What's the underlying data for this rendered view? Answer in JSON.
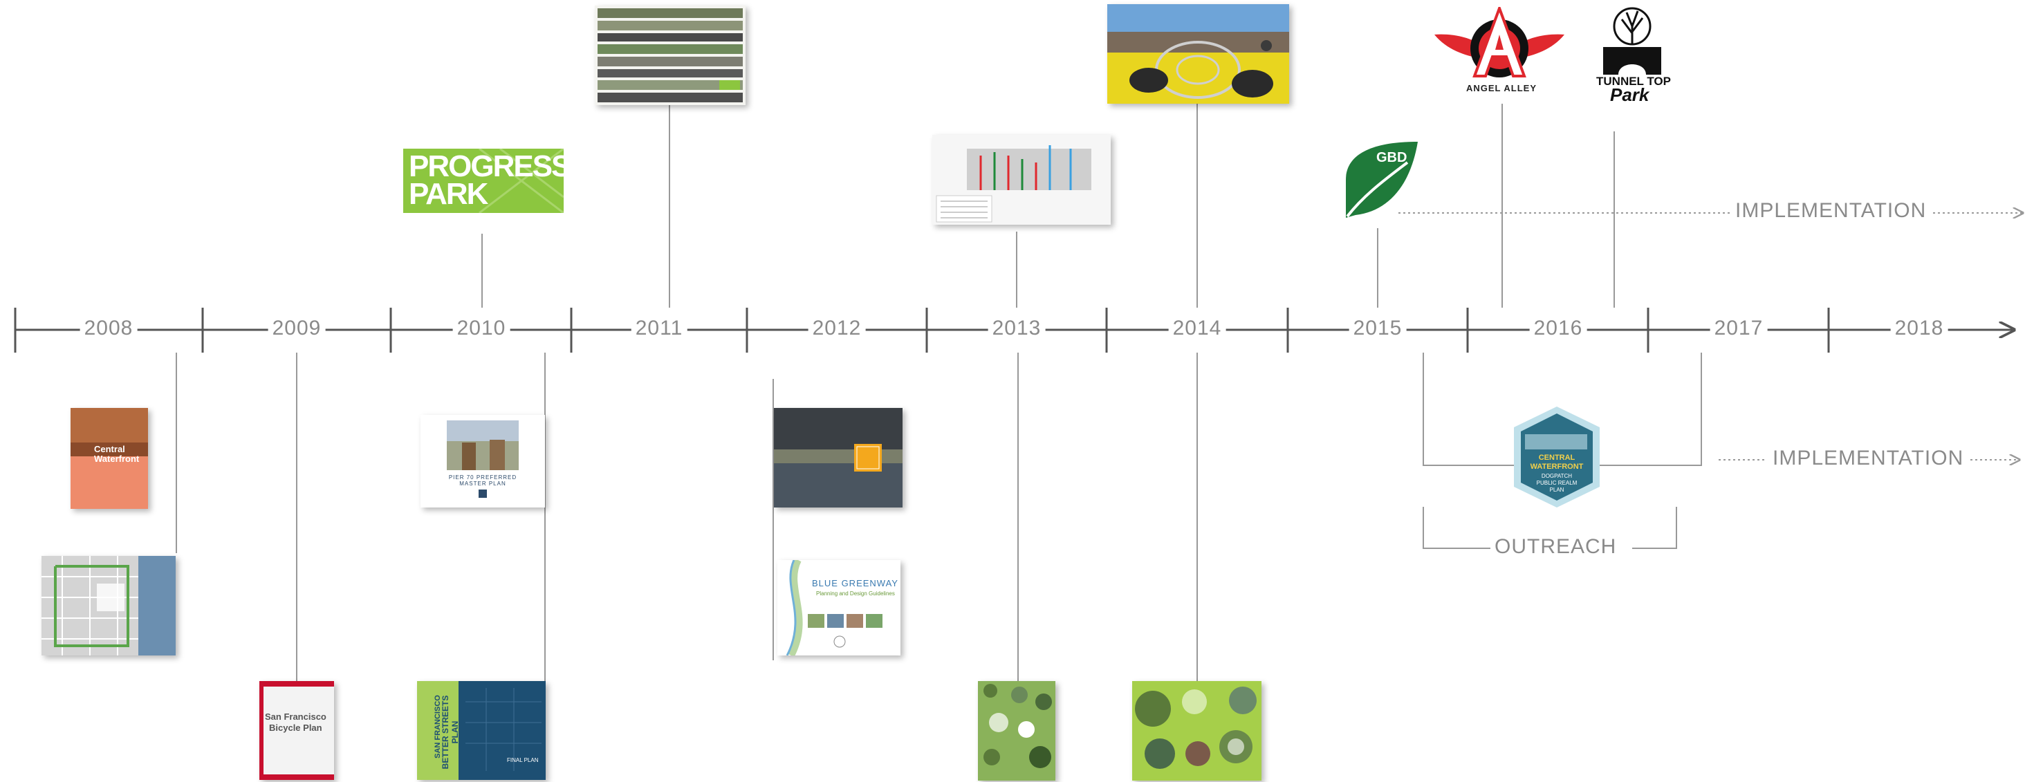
{
  "timeline": {
    "years": [
      "2008",
      "2009",
      "2010",
      "2011",
      "2012",
      "2013",
      "2014",
      "2015",
      "2016",
      "2017",
      "2018"
    ],
    "phases": {
      "implementation_top": "IMPLEMENTATION",
      "implementation_bottom": "IMPLEMENTATION",
      "outreach": "OUTREACH"
    }
  },
  "logos": {
    "progress_park": "PROGRESS PARK",
    "gbd": "GBD",
    "angel_alley": "ANGEL ALLEY",
    "tunnel_top_line1": "TUNNEL TOP",
    "tunnel_top_line2": "Park",
    "central_waterfront_badge": [
      "CENTRAL",
      "WATERFRONT",
      "DOGPATCH",
      "PUBLIC REALM",
      "PLAN"
    ]
  },
  "documents": {
    "central_waterfront_cover": [
      "Central",
      "Waterfront"
    ],
    "bicycle_plan": [
      "San Francisco",
      "Bicycle Plan"
    ],
    "pier70_caption": "PIER 70 PREFERRED MASTER PLAN",
    "better_streets_vertical": [
      "SAN FRANCISCO",
      "BETTER STREETS PLAN"
    ],
    "better_streets_final": "FINAL PLAN",
    "blue_greenway": "BLUE GREENWAY",
    "blue_greenway_sub": "Planning and Design Guidelines"
  },
  "colors": {
    "axis": "#555555",
    "connector": "#999999",
    "label": "#8a8a8a",
    "brand_green": "#8cc63f",
    "gbd_green": "#1f7a3a",
    "angel_red": "#e0282e",
    "badge_teal": "#2c6f86",
    "badge_light": "#bfe0ea"
  }
}
